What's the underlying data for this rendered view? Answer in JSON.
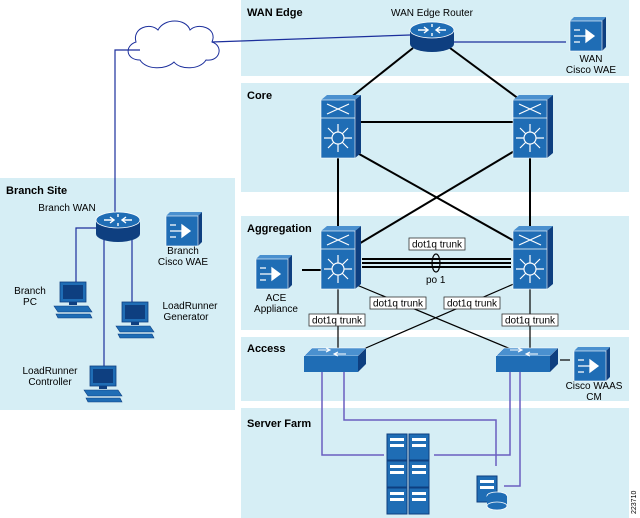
{
  "zones": {
    "wan_edge": "WAN Edge",
    "core": "Core",
    "branch_site": "Branch Site",
    "aggregation": "Aggregation",
    "access": "Access",
    "server_farm": "Server Farm"
  },
  "devices": {
    "wan_edge_router": "WAN Edge Router",
    "wan_waas_line1": "WAN",
    "wan_waas_line2": "Cisco WAE",
    "branch_wan": "Branch WAN",
    "branch_waas_line1": "Branch",
    "branch_waas_line2": "Cisco WAE",
    "branch_pc_line1": "Branch",
    "branch_pc_line2": "PC",
    "lr_gen_line1": "LoadRunner",
    "lr_gen_line2": "Generator",
    "lr_ctrl_line1": "LoadRunner",
    "lr_ctrl_line2": "Controller",
    "ace_line1": "ACE",
    "ace_line2": "Appliance",
    "waas_cm_line1": "Cisco WAAS",
    "waas_cm_line2": "CM"
  },
  "link_labels": {
    "agg_trunk": "dot1q trunk",
    "port_channel": "po 1",
    "left_down_trunk": "dot1q trunk",
    "cross_trunk_left": "dot1q trunk",
    "cross_trunk_right": "dot1q trunk",
    "right_down_trunk": "dot1q trunk"
  },
  "figure_id": "223710",
  "colors": {
    "zone_fill": "#d6eef5",
    "device_blue": "#1f6db5",
    "device_dark": "#0e3f80",
    "link_black": "#000000",
    "wan_link": "#1c2f9c",
    "server_link": "#6a5fc0"
  }
}
